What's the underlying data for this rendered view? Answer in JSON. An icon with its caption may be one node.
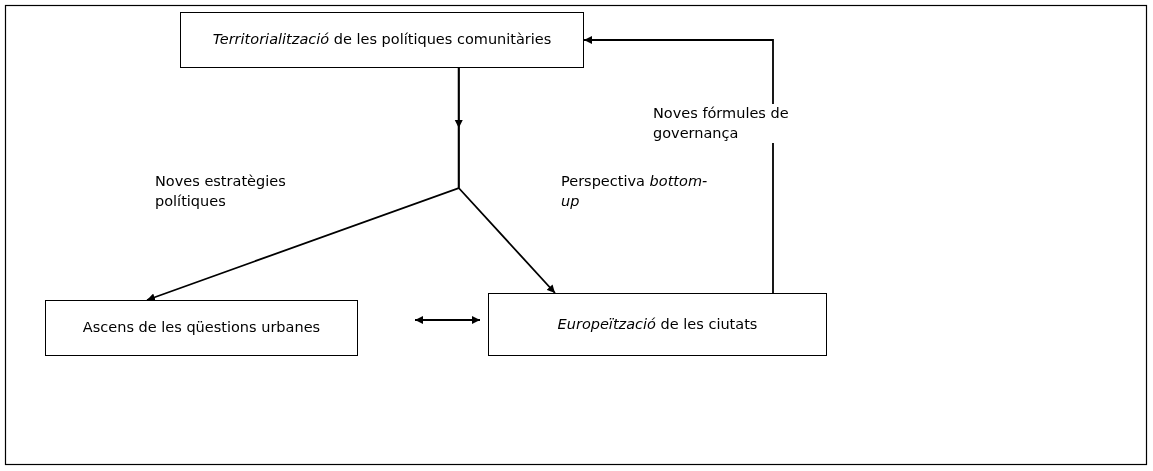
{
  "diagram": {
    "nodes": [
      {
        "text": [
          "*Territorialització* de les polítiques comunitàries"
        ]
      },
      {
        "text": [
          "Ascens de les qüestions urbanes"
        ]
      },
      {
        "text": [
          "*Europeïtzació* de les ciutats"
        ]
      }
    ],
    "edges": [
      {
        "from": 0,
        "to": 1,
        "arrow": "to",
        "label": "Noves estratègies polítiques"
      },
      {
        "from": 0,
        "to": 2,
        "arrow": "to",
        "label": "Perspectiva *bottom-up*"
      },
      {
        "from": 2,
        "to": 0,
        "arrow": "to",
        "label": "Noves fórmules de governança"
      },
      {
        "from": 1,
        "to": 2,
        "arrow": "both"
      }
    ]
  }
}
